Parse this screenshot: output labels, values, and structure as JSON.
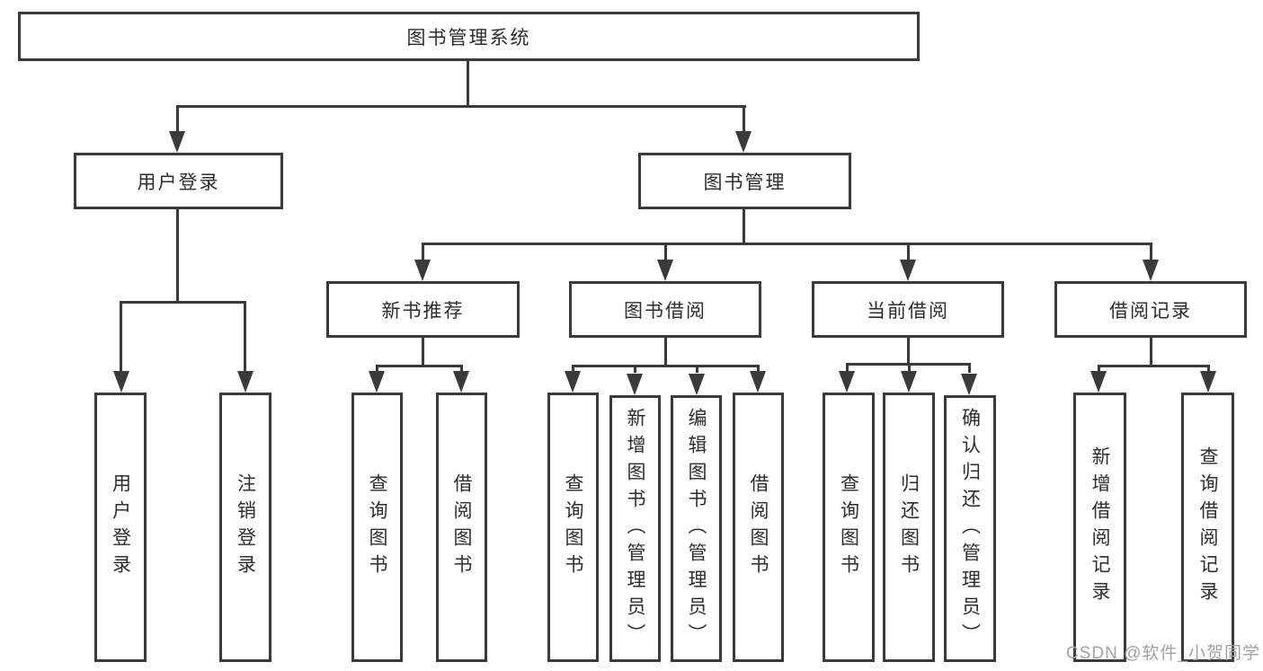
{
  "diagram_title": "图书管理系统",
  "colors": {
    "line": "#3a3a3a",
    "text": "#2d2d2d",
    "background": "#ffffff",
    "watermark_text": "#a3a3a3"
  },
  "watermark": {
    "text": "CSDN @软件_小贺同学"
  },
  "tree": {
    "label": "图书管理系统",
    "children": [
      {
        "label": "用户登录",
        "children": [
          {
            "label": "用户登录"
          },
          {
            "label": "注销登录"
          }
        ]
      },
      {
        "label": "图书管理",
        "children": [
          {
            "label": "新书推荐",
            "children": [
              {
                "label": "查询图书"
              },
              {
                "label": "借阅图书"
              }
            ]
          },
          {
            "label": "图书借阅",
            "children": [
              {
                "label": "查询图书"
              },
              {
                "label": "新增图书（管理员）"
              },
              {
                "label": "编辑图书（管理员）"
              },
              {
                "label": "借阅图书"
              }
            ]
          },
          {
            "label": "当前借阅",
            "children": [
              {
                "label": "查询图书"
              },
              {
                "label": "归还图书"
              },
              {
                "label": "确认归还（管理员）"
              }
            ]
          },
          {
            "label": "借阅记录",
            "children": [
              {
                "label": "新增借阅记录"
              },
              {
                "label": "查询借阅记录"
              }
            ]
          }
        ]
      }
    ]
  }
}
